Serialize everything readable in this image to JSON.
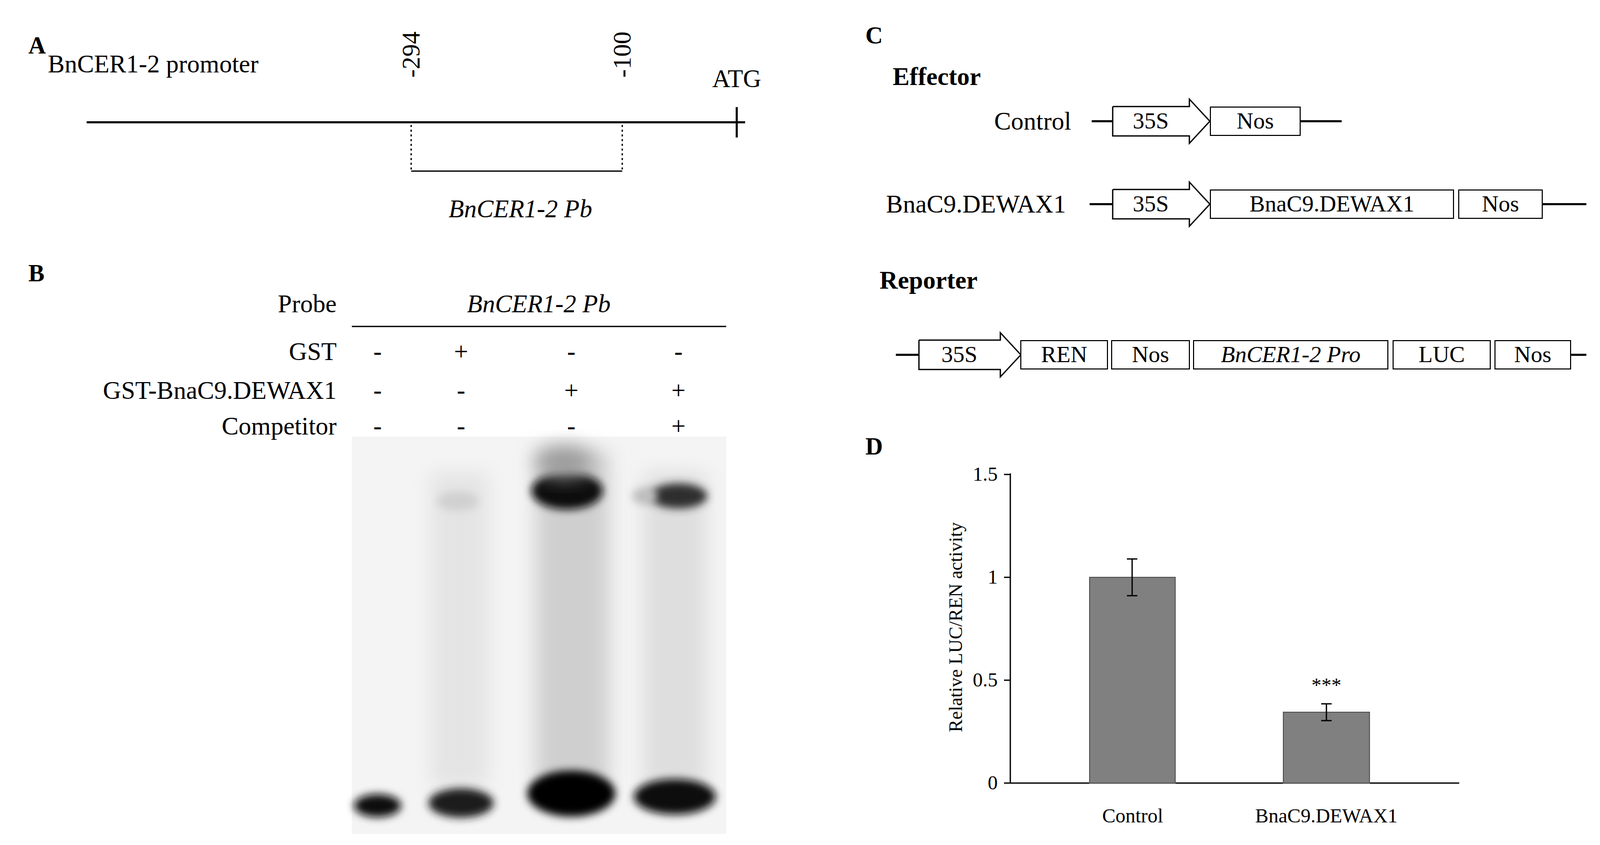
{
  "diagram": {
    "nodes": [
      {
        "text": [
          "35S"
        ]
      },
      {
        "text": [
          "Nos"
        ]
      },
      {
        "text": [
          "35S"
        ]
      },
      {
        "text": [
          "BnaC9.DEWAX1"
        ]
      },
      {
        "text": [
          "Nos"
        ]
      },
      {
        "text": [
          "35S"
        ]
      },
      {
        "text": [
          "REN"
        ]
      },
      {
        "text": [
          "Nos"
        ]
      },
      {
        "text": [
          "BnCER1-2 Pro"
        ]
      },
      {
        "text": [
          "LUC"
        ]
      },
      {
        "text": [
          "Nos"
        ]
      }
    ],
    "labels": [
      "A",
      "BnCER1-2 promoter",
      "-294",
      "-100",
      "ATG",
      "BnCER1-2 Pb",
      "B",
      "Probe",
      "BnCER1-2 Pb",
      "GST",
      "-",
      "+",
      "-",
      "-",
      "GST-BnaC9.DEWAX1",
      "-",
      "-",
      "+",
      "+",
      "Competitor",
      "-",
      "-",
      "-",
      "+",
      "C",
      "Effector",
      "Control",
      "BnaC9.DEWAX1",
      "Reporter",
      "D",
      "1.5",
      "1",
      "0.5",
      "0",
      "Relative LUC/REN activity",
      "***",
      "Control",
      "BnaC9.DEWAX1"
    ]
  }
}
